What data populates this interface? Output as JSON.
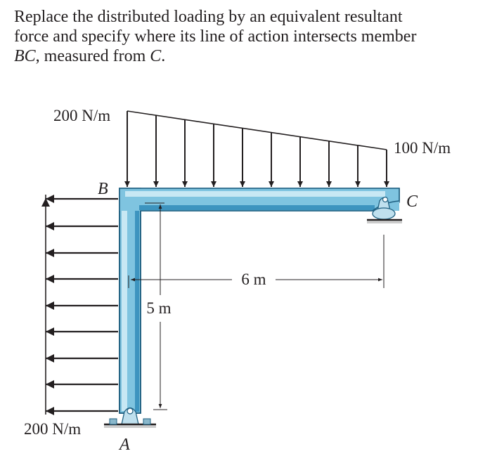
{
  "problem": {
    "line1": "Replace the distributed loading by an equivalent resultant",
    "line2": "force and specify where its line of action intersects member",
    "line3_a": "BC",
    "line3_b": ", measured from ",
    "line3_c": "C",
    "line3_d": "."
  },
  "figure": {
    "load_top_left": "200 N/m",
    "load_top_right": "100 N/m",
    "load_left": "200 N/m",
    "point_a": "A",
    "point_b": "B",
    "point_c": "C",
    "dim_horizontal": "6 m",
    "dim_vertical": "5 m",
    "colors": {
      "member_fill": "#7fc4e0",
      "member_dark": "#3d94bf",
      "member_light": "#c8e8f4",
      "ink": "#231f20",
      "support_fill": "#bfe0ee"
    }
  }
}
